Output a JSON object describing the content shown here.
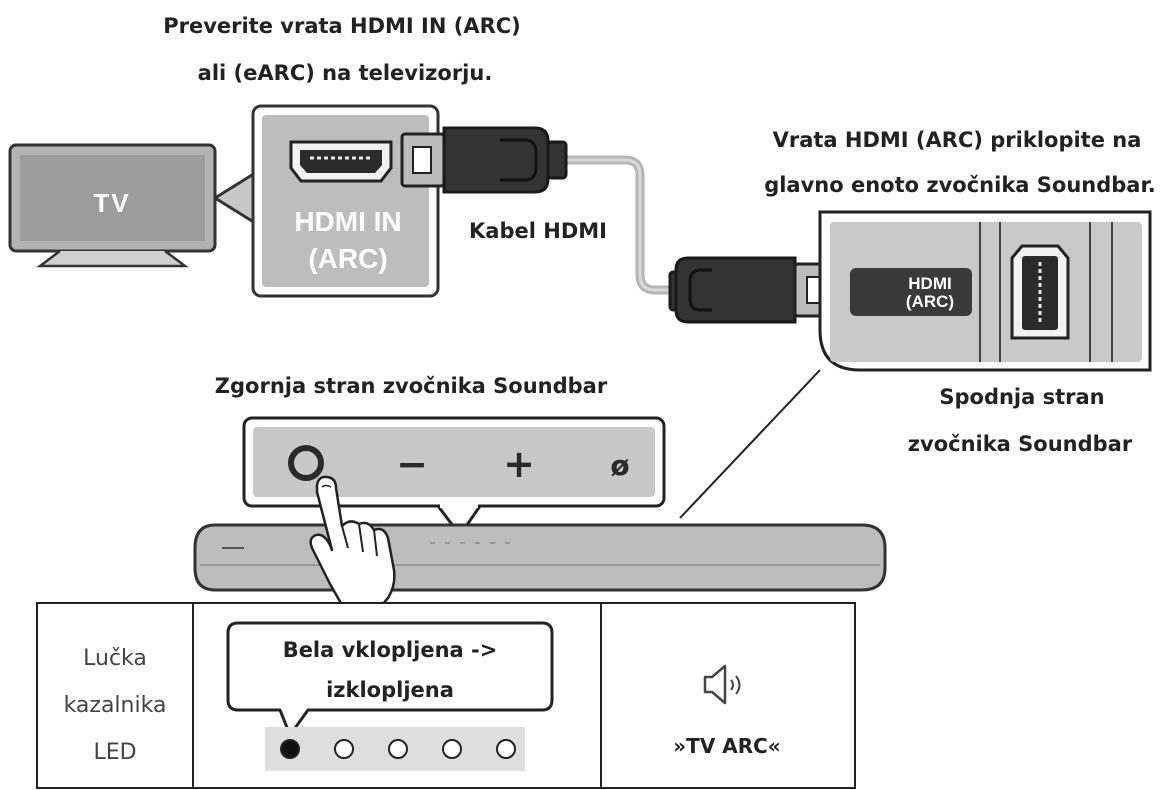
{
  "captions": {
    "check_port_line1": "Preverite vrata HDMI IN (ARC)",
    "check_port_line2": "ali (eARC) na televizorju.",
    "connect_line1": "Vrata HDMI (ARC) priklopite na",
    "connect_line2": "glavno enoto zvočnika Soundbar.",
    "cable": "Kabel HDMI",
    "top_side": "Zgornja stran zvočnika Soundbar",
    "bottom_side_line1": "Spodnja stran",
    "bottom_side_line2": "zvočnika Soundbar"
  },
  "tv": {
    "label": "TV"
  },
  "tv_port": {
    "line1": "HDMI IN",
    "line2": "(ARC)"
  },
  "soundbar_port": {
    "line1": "HDMI",
    "line2": "(ARC)"
  },
  "buttons": {
    "minus": "−",
    "plus": "+",
    "mic": "ø"
  },
  "led_table": {
    "label_line1": "Lučka",
    "label_line2": "kazalnika",
    "label_line3": "LED",
    "bubble_line1": "Bela vklopljena ->",
    "bubble_line2": "izklopljena",
    "mode": "»TV ARC«",
    "leds": [
      "on",
      "off",
      "off",
      "off",
      "off"
    ]
  },
  "colors": {
    "panel_gray": "#c8c8c8",
    "panel_dark": "#9a9a9a",
    "outline": "#1e1e1e",
    "cable_gray": "#b5b5b5",
    "led_on": "#111111"
  },
  "icons": [
    "speaker-icon",
    "power-icon",
    "mic-off-icon",
    "hand-pointer-icon",
    "hdmi-port-icon",
    "hdmi-plug-icon"
  ]
}
